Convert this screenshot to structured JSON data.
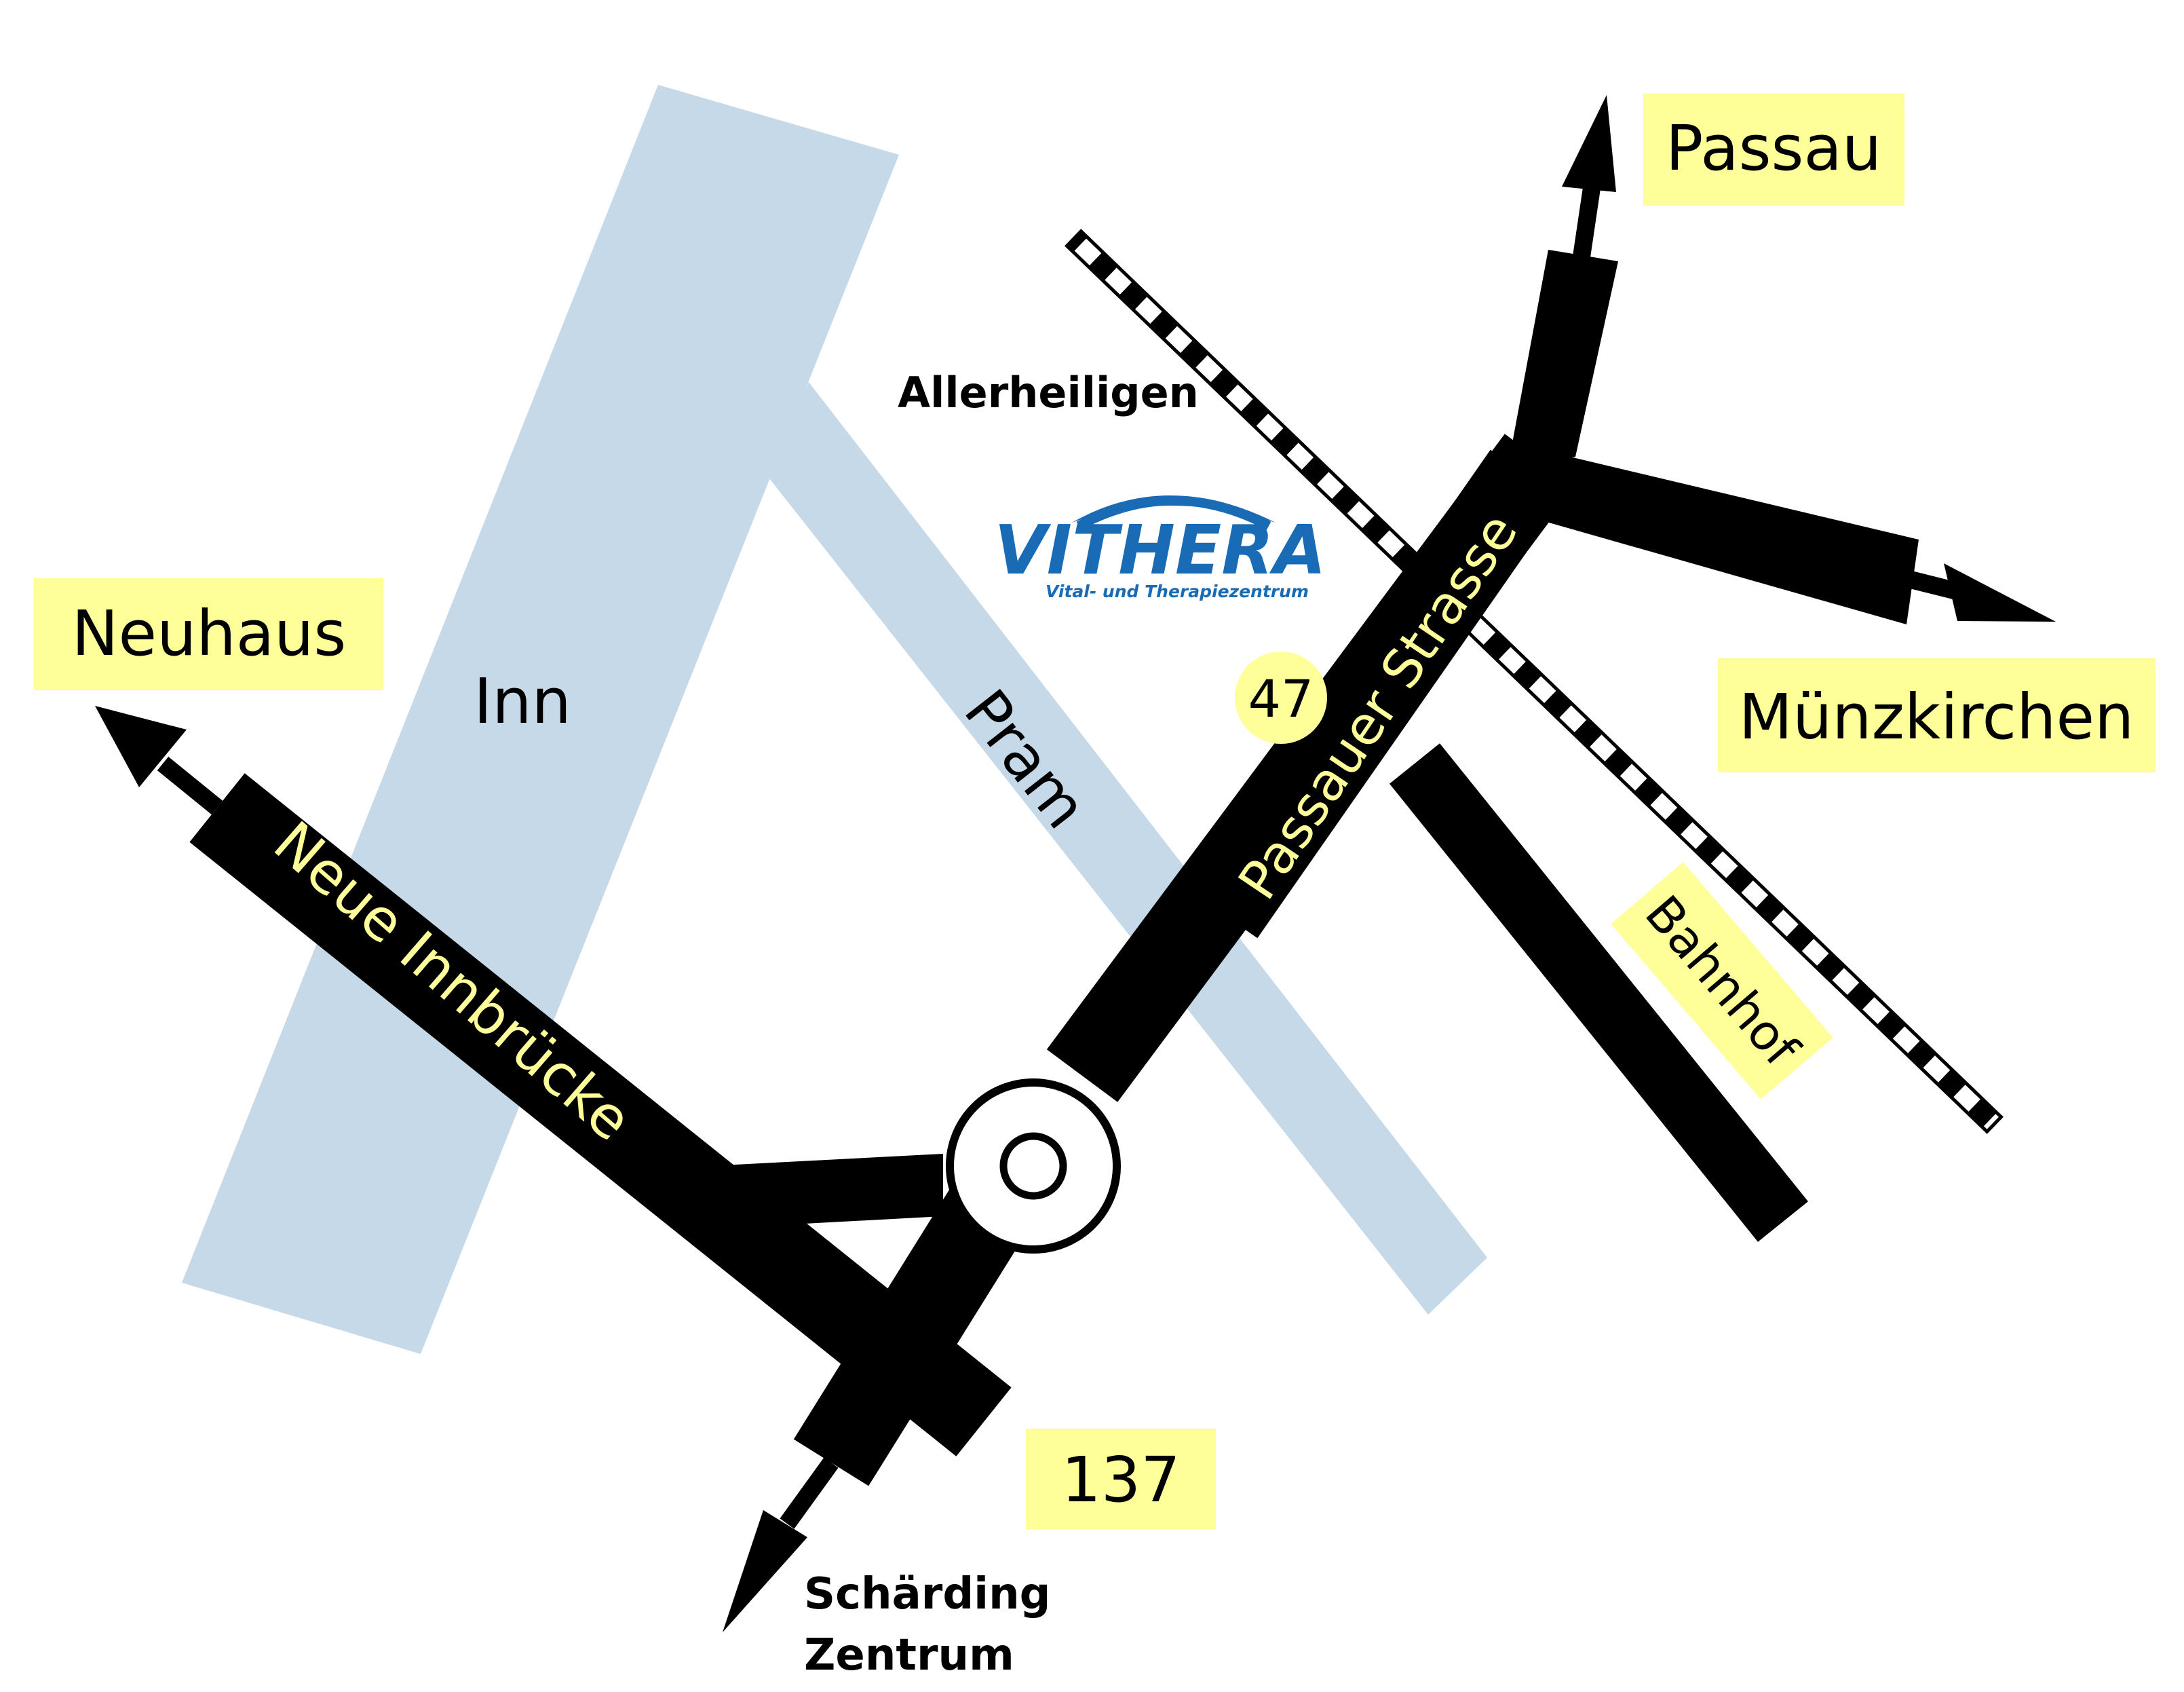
{
  "map": {
    "places": {
      "passau": "Passau",
      "neuhaus": "Neuhaus",
      "muenzkirchen": "Münzkirchen",
      "allerheiligen": "Allerheiligen",
      "schaerding_line1": "Schärding",
      "schaerding_line2": "Zentrum",
      "bahnhof": "Bahnhof"
    },
    "rivers": {
      "inn": "Inn",
      "pram": "Pram"
    },
    "streets": {
      "passauer_strasse": "Passauer Strasse",
      "neue_innbruecke": "Neue Innbrücke"
    },
    "route_numbers": {
      "r47": "47",
      "r137": "137"
    },
    "logo": {
      "name": "VITHERA",
      "tagline": "Vital- und Therapiezentrum"
    },
    "colors": {
      "road": "#000000",
      "water": "#c5d9e8",
      "label_box": "#ffff99",
      "street_text": "#ffff99",
      "logo_blue": "#1a6bb5"
    }
  }
}
